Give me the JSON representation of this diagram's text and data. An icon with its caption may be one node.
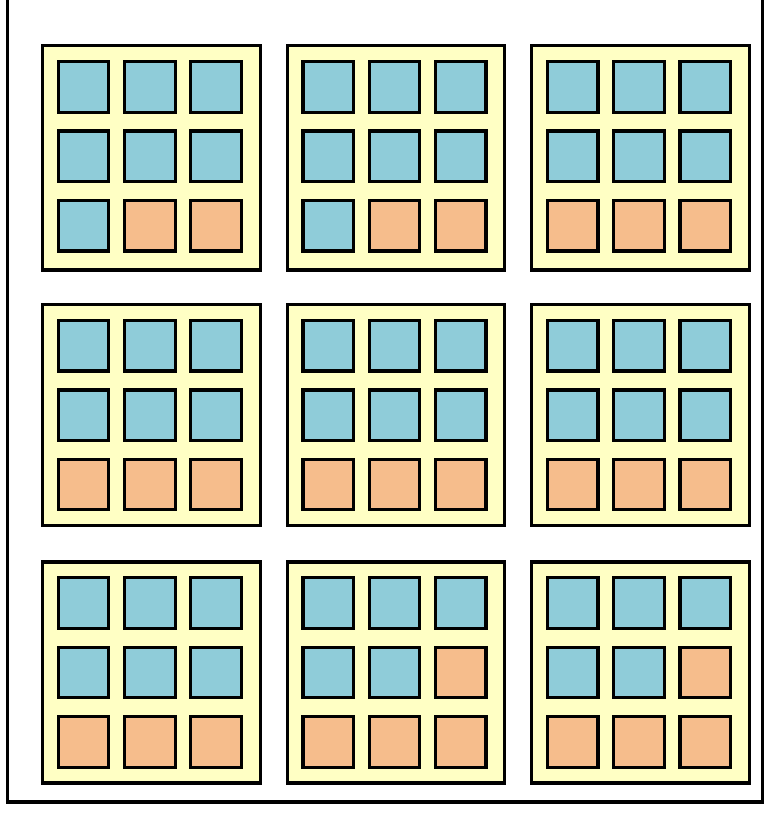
{
  "diagram": {
    "nodes": [
      {
        "text": [],
        "shape": "box"
      },
      {
        "text": [],
        "shape": "box",
        "in": 0
      },
      {
        "text": [],
        "shape": "box",
        "in": 0
      },
      {
        "text": [],
        "shape": "box",
        "in": 0
      },
      {
        "text": [],
        "shape": "box",
        "in": 0
      },
      {
        "text": [],
        "shape": "box",
        "in": 0
      },
      {
        "text": [],
        "shape": "box",
        "in": 0
      },
      {
        "text": [],
        "shape": "box",
        "in": 0
      },
      {
        "text": [],
        "shape": "box",
        "in": 0
      },
      {
        "text": [],
        "shape": "box",
        "in": 0
      },
      {
        "text": [],
        "shape": "box"
      },
      {
        "text": [],
        "shape": "box",
        "in": 10
      },
      {
        "text": [],
        "shape": "box",
        "in": 10
      },
      {
        "text": [],
        "shape": "box",
        "in": 10
      },
      {
        "text": [],
        "shape": "box",
        "in": 10
      },
      {
        "text": [],
        "shape": "box",
        "in": 10
      },
      {
        "text": [],
        "shape": "box",
        "in": 10
      },
      {
        "text": [],
        "shape": "box",
        "in": 10
      },
      {
        "text": [],
        "shape": "box",
        "in": 10
      },
      {
        "text": [],
        "shape": "box",
        "in": 10
      },
      {
        "text": [],
        "shape": "box"
      },
      {
        "text": [],
        "shape": "box",
        "in": 20
      },
      {
        "text": [],
        "shape": "box",
        "in": 20
      },
      {
        "text": [],
        "shape": "box",
        "in": 20
      },
      {
        "text": [],
        "shape": "box",
        "in": 20
      },
      {
        "text": [],
        "shape": "box",
        "in": 20
      },
      {
        "text": [],
        "shape": "box",
        "in": 20
      },
      {
        "text": [],
        "shape": "box",
        "in": 20
      },
      {
        "text": [],
        "shape": "box",
        "in": 20
      },
      {
        "text": [],
        "shape": "box",
        "in": 20
      },
      {
        "text": [],
        "shape": "box"
      },
      {
        "text": [],
        "shape": "box",
        "in": 30
      },
      {
        "text": [],
        "shape": "box",
        "in": 30
      },
      {
        "text": [],
        "shape": "box",
        "in": 30
      },
      {
        "text": [],
        "shape": "box",
        "in": 30
      },
      {
        "text": [],
        "shape": "box",
        "in": 30
      },
      {
        "text": [],
        "shape": "box",
        "in": 30
      },
      {
        "text": [],
        "shape": "box",
        "in": 30
      },
      {
        "text": [],
        "shape": "box",
        "in": 30
      },
      {
        "text": [],
        "shape": "box",
        "in": 30
      },
      {
        "text": [],
        "shape": "box"
      },
      {
        "text": [],
        "shape": "box",
        "in": 40
      },
      {
        "text": [],
        "shape": "box",
        "in": 40
      },
      {
        "text": [],
        "shape": "box",
        "in": 40
      },
      {
        "text": [],
        "shape": "box",
        "in": 40
      },
      {
        "text": [],
        "shape": "box",
        "in": 40
      },
      {
        "text": [],
        "shape": "box",
        "in": 40
      },
      {
        "text": [],
        "shape": "box",
        "in": 40
      },
      {
        "text": [],
        "shape": "box",
        "in": 40
      },
      {
        "text": [],
        "shape": "box",
        "in": 40
      },
      {
        "text": [],
        "shape": "box"
      },
      {
        "text": [],
        "shape": "box",
        "in": 50
      },
      {
        "text": [],
        "shape": "box",
        "in": 50
      },
      {
        "text": [],
        "shape": "box",
        "in": 50
      },
      {
        "text": [],
        "shape": "box",
        "in": 50
      },
      {
        "text": [],
        "shape": "box",
        "in": 50
      },
      {
        "text": [],
        "shape": "box",
        "in": 50
      },
      {
        "text": [],
        "shape": "box",
        "in": 50
      },
      {
        "text": [],
        "shape": "box",
        "in": 50
      },
      {
        "text": [],
        "shape": "box",
        "in": 50
      },
      {
        "text": [],
        "shape": "box"
      },
      {
        "text": [],
        "shape": "box",
        "in": 60
      },
      {
        "text": [],
        "shape": "box",
        "in": 60
      },
      {
        "text": [],
        "shape": "box",
        "in": 60
      },
      {
        "text": [],
        "shape": "box",
        "in": 60
      },
      {
        "text": [],
        "shape": "box",
        "in": 60
      },
      {
        "text": [],
        "shape": "box",
        "in": 60
      },
      {
        "text": [],
        "shape": "box",
        "in": 60
      },
      {
        "text": [],
        "shape": "box",
        "in": 60
      },
      {
        "text": [],
        "shape": "box",
        "in": 60
      },
      {
        "text": [],
        "shape": "box"
      },
      {
        "text": [],
        "shape": "box",
        "in": 70
      },
      {
        "text": [],
        "shape": "box",
        "in": 70
      },
      {
        "text": [],
        "shape": "box",
        "in": 70
      },
      {
        "text": [],
        "shape": "box",
        "in": 70
      },
      {
        "text": [],
        "shape": "box",
        "in": 70
      },
      {
        "text": [],
        "shape": "box",
        "in": 70
      },
      {
        "text": [],
        "shape": "box",
        "in": 70
      },
      {
        "text": [],
        "shape": "box",
        "in": 70
      },
      {
        "text": [],
        "shape": "box",
        "in": 70
      },
      {
        "text": [],
        "shape": "box"
      },
      {
        "text": [],
        "shape": "box",
        "in": 80
      },
      {
        "text": [],
        "shape": "box",
        "in": 80
      },
      {
        "text": [],
        "shape": "box",
        "in": 80
      },
      {
        "text": [],
        "shape": "box",
        "in": 80
      },
      {
        "text": [],
        "shape": "box",
        "in": 80
      },
      {
        "text": [],
        "shape": "box",
        "in": 80
      },
      {
        "text": [],
        "shape": "box",
        "in": 80
      },
      {
        "text": [],
        "shape": "box",
        "in": 80
      },
      {
        "text": [],
        "shape": "box",
        "in": 80
      }
    ]
  }
}
